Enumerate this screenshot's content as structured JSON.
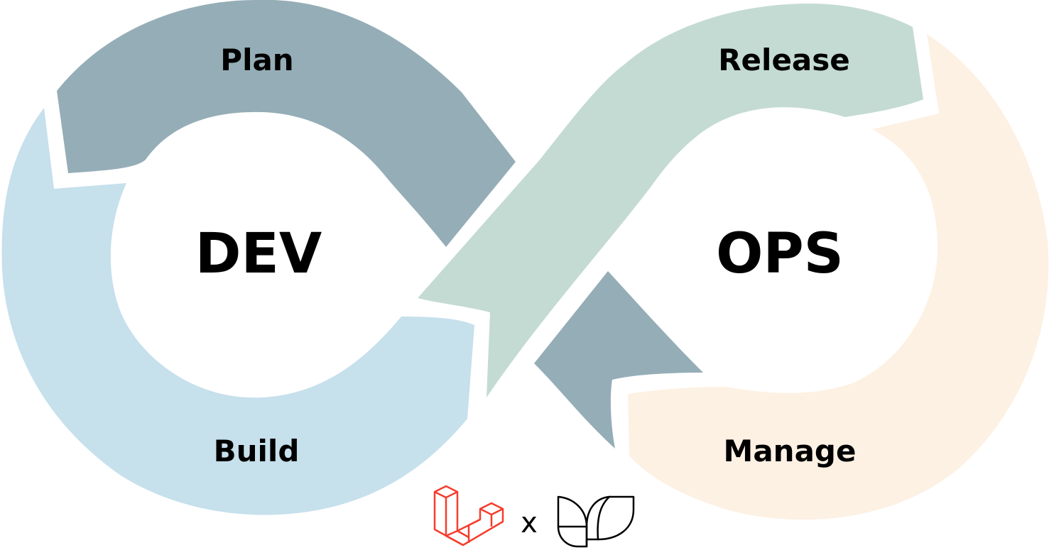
{
  "diagram": {
    "left_loop": {
      "center_label": "DEV",
      "stages": {
        "plan": "Plan",
        "build": "Build"
      }
    },
    "right_loop": {
      "center_label": "OPS",
      "stages": {
        "release": "Release",
        "manage": "Manage"
      }
    }
  },
  "footer": {
    "connector": "x",
    "left_logo": "laravel-logo",
    "right_logo": "leaf-logo"
  },
  "colors": {
    "plan": "#95adb6",
    "build": "#c6e0ec",
    "release": "#c4dbd3",
    "manage": "#95adb6",
    "ops_bottom": "#fdf1e4",
    "laravel_red": "#f53d2d",
    "text": "#000000"
  }
}
